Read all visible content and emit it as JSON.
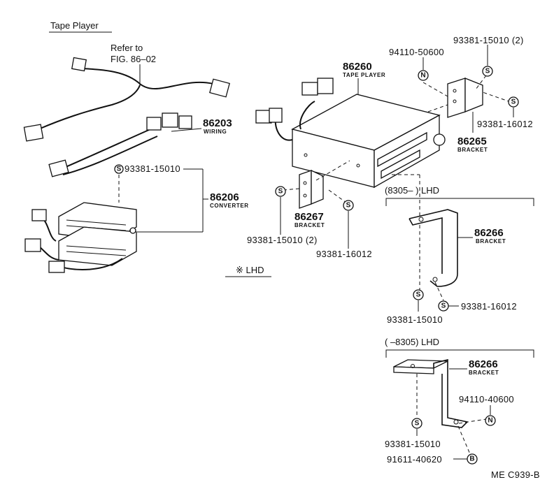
{
  "title": "Tape Player",
  "refer": {
    "line1": "Refer to",
    "line2": "FIG. 86–02"
  },
  "parts": {
    "p86260": {
      "num": "86260",
      "name": "TAPE PLAYER"
    },
    "p86203": {
      "num": "86203",
      "name": "WIRING"
    },
    "p86206": {
      "num": "86206",
      "name": "CONVERTER"
    },
    "p86265": {
      "num": "86265",
      "name": "BRACKET"
    },
    "p86267": {
      "num": "86267",
      "name": "BRACKET"
    },
    "p86266a": {
      "num": "86266",
      "name": "BRACKET"
    },
    "p86266b": {
      "num": "86266",
      "name": "BRACKET"
    }
  },
  "fasteners": {
    "f1": "94110-50600",
    "f2": "93381-15010 (2)",
    "f3": "93381-16012",
    "f4": "93381-15010",
    "f5": "93381-15010 (2)",
    "f6": "93381-16012",
    "f7": "93381-15010",
    "f8": "93381-16012",
    "f9": "94110-40600",
    "f10": "93381-15010",
    "f11": "91611-40620"
  },
  "symbols": {
    "screw": "S",
    "nut": "N",
    "bolt": "B"
  },
  "lhd_note": "※ LHD",
  "range1": "(8305–         ) LHD",
  "range2": "(         –8305) LHD",
  "code": "ME C939-B"
}
